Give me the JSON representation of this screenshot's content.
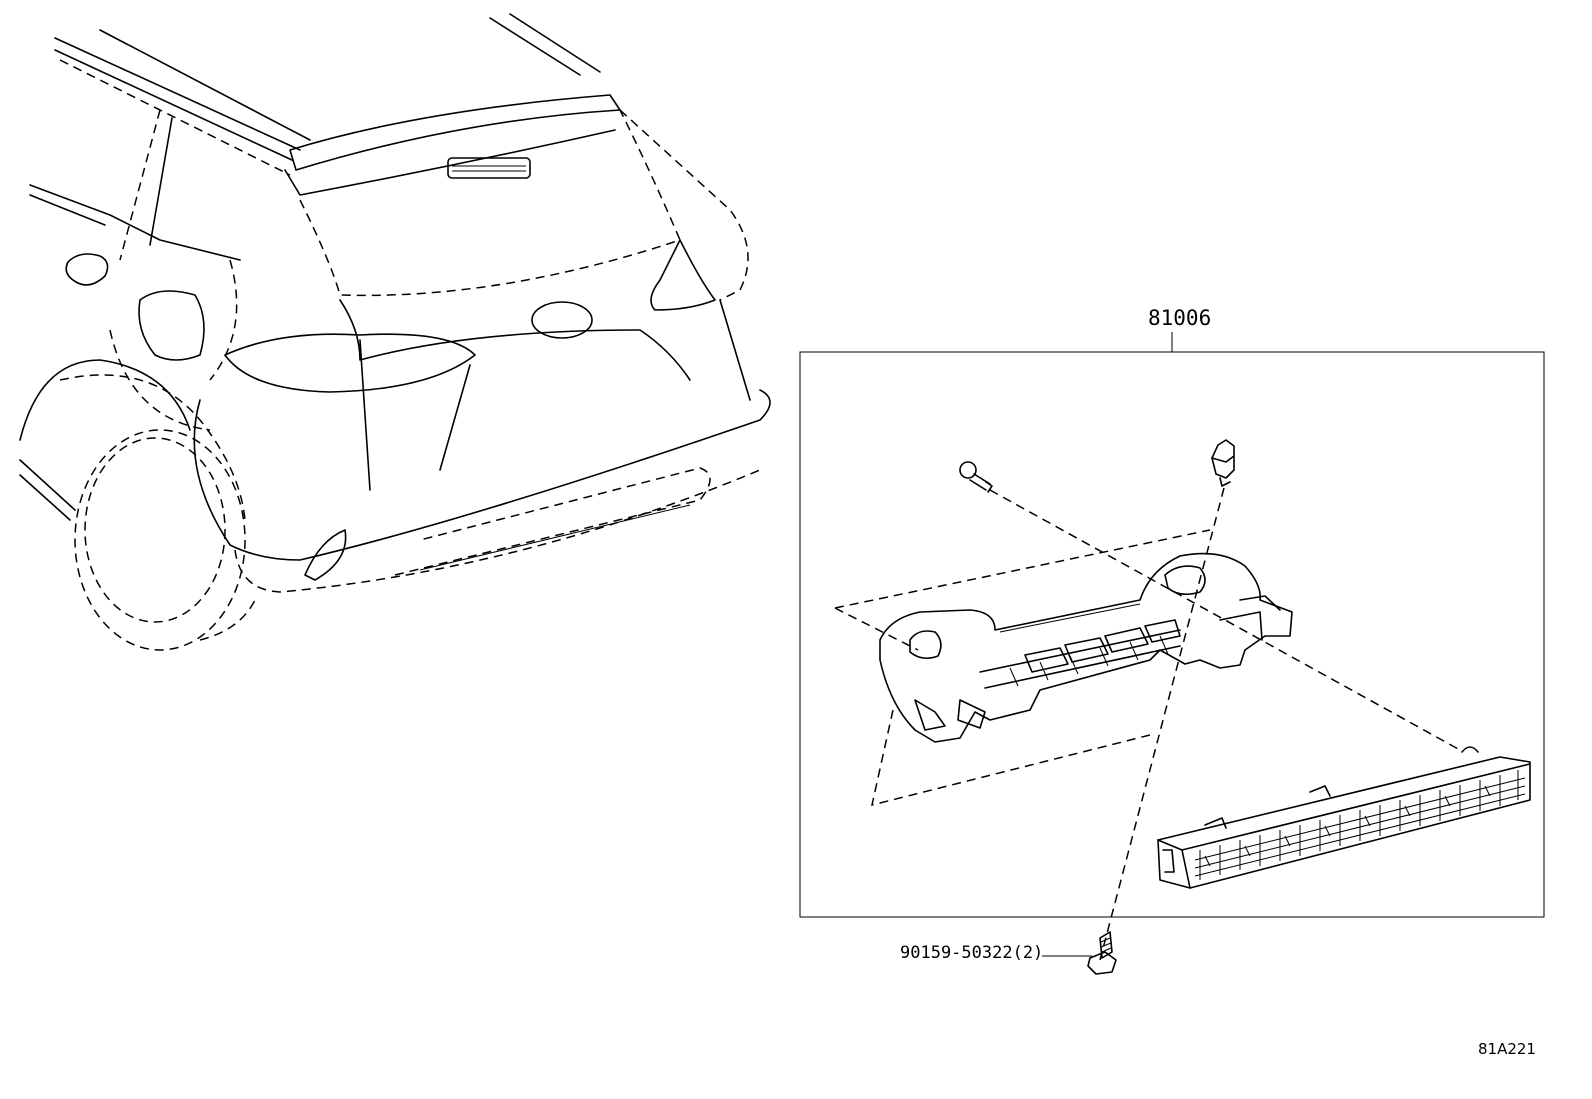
{
  "labels": {
    "assembly_part_number": "81006",
    "screw_part_number": "90159-50322(2)",
    "illustration_code": "81A221"
  },
  "icons": {
    "vehicle": "suv-rear-outline-icon",
    "bracket": "lamp-bracket-icon",
    "lamp": "high-mount-stop-lamp-icon",
    "bulb_socket": "socket-connector-icon",
    "clip": "clip-icon",
    "screw": "screw-icon"
  },
  "colors": {
    "line": "#000000",
    "background": "#ffffff"
  }
}
